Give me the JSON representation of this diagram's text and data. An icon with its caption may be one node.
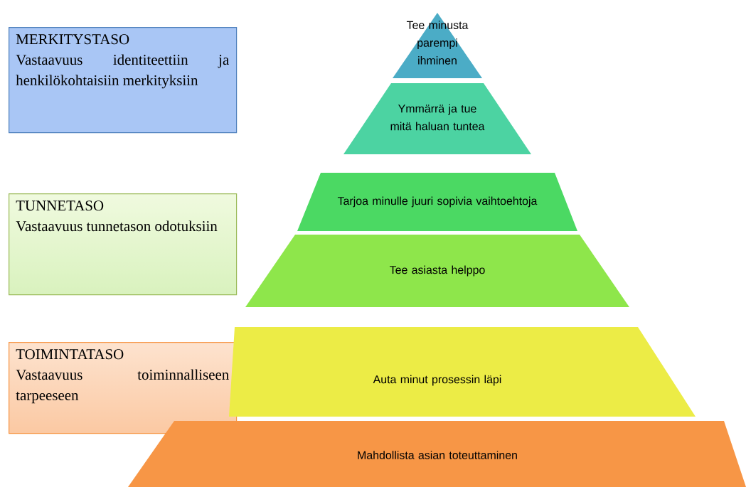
{
  "diagram": {
    "nodes": [
      {
        "text": [
          "MERKITYSTASO",
          "Vastaavuus identiteettiin ja henkilökohtaisiin merkityksiin"
        ]
      },
      {
        "text": [
          "TUNNETASO",
          "Vastaavuus tunnetason odotuksiin"
        ]
      },
      {
        "text": [
          "TOIMINTATASO",
          "Vastaavuus toiminnalliseen tarpeeseen"
        ]
      },
      {
        "text": [
          "Tee minusta parempi ihminen"
        ]
      },
      {
        "text": [
          "Ymmärrä ja tue mitä haluan tuntea"
        ]
      },
      {
        "text": [
          "Tarjoa minulle juuri sopivia vaihtoehtoja"
        ]
      },
      {
        "text": [
          "Tee asiasta helppo"
        ]
      },
      {
        "text": [
          "Auta minut prosessin läpi"
        ]
      },
      {
        "text": [
          "Mahdollista asian toteuttaminen"
        ]
      }
    ]
  }
}
